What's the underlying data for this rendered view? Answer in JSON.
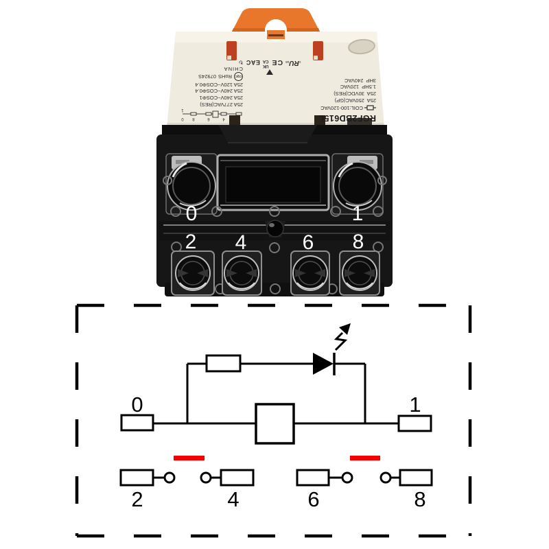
{
  "colors": {
    "clip-orange": "#e8772c",
    "housing-cream": "#f0ebdf",
    "body-black": "#161616",
    "slot-red": "#bc4123",
    "schematic-red": "#f40000",
    "line-black": "#000000"
  },
  "photo": {
    "terminals": {
      "t0": "0",
      "t1": "1",
      "t2": "2",
      "t4": "4",
      "t6": "6",
      "t8": "8"
    },
    "label": {
      "model": "RGF2BD615L",
      "coil": "COIL:100-120VAC",
      "ratings_primary": [
        "25A  250VAC(GP)",
        "25A  30VDC(RES)",
        "1.5HP  120VAC",
        "3HP  240VAC"
      ],
      "ratings_secondary": [
        "25A 277VAC(RES)",
        "25A 240V~COSΦ1",
        "25A 240V~COSΦ0.4",
        "25A 120V~COSΦ0.4"
      ],
      "rohs": "RoHS",
      "batch": "07924S",
      "country": "CHINA",
      "marks": {
        "ul_c": "c",
        "ul": "RU",
        "ul_us": "us",
        "ce": "CE",
        "ukca_top": "UK",
        "ukca_bottom": "CA",
        "eac": "EAC",
        "cqc": "CQC",
        "recycle": "↻"
      },
      "mini_terminals": [
        "2",
        "4",
        "6",
        "8",
        "0",
        "1"
      ]
    }
  },
  "schematic": {
    "terminal_labels": {
      "t0": "0",
      "t1": "1",
      "t2": "2",
      "t4": "4",
      "t6": "6",
      "t8": "8"
    }
  }
}
